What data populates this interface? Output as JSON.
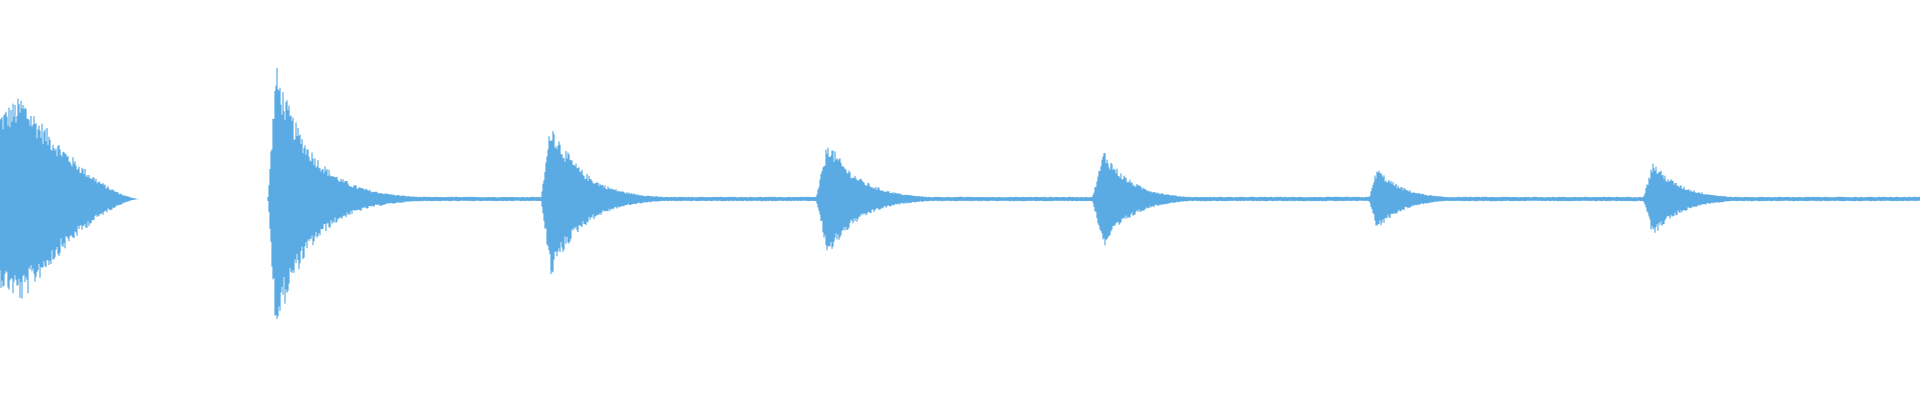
{
  "waveform": {
    "color": "#5aaae3",
    "background": "#ffffff",
    "onsets": [
      {
        "peak_amplitude": 0.52,
        "decay": "medium"
      },
      {
        "peak_amplitude": 0.68,
        "decay": "long"
      },
      {
        "peak_amplitude": 0.4,
        "decay": "long"
      },
      {
        "peak_amplitude": 0.3,
        "decay": "long"
      },
      {
        "peak_amplitude": 0.25,
        "decay": "long"
      },
      {
        "peak_amplitude": 0.16,
        "decay": "long"
      },
      {
        "peak_amplitude": 0.19,
        "decay": "long"
      }
    ]
  }
}
